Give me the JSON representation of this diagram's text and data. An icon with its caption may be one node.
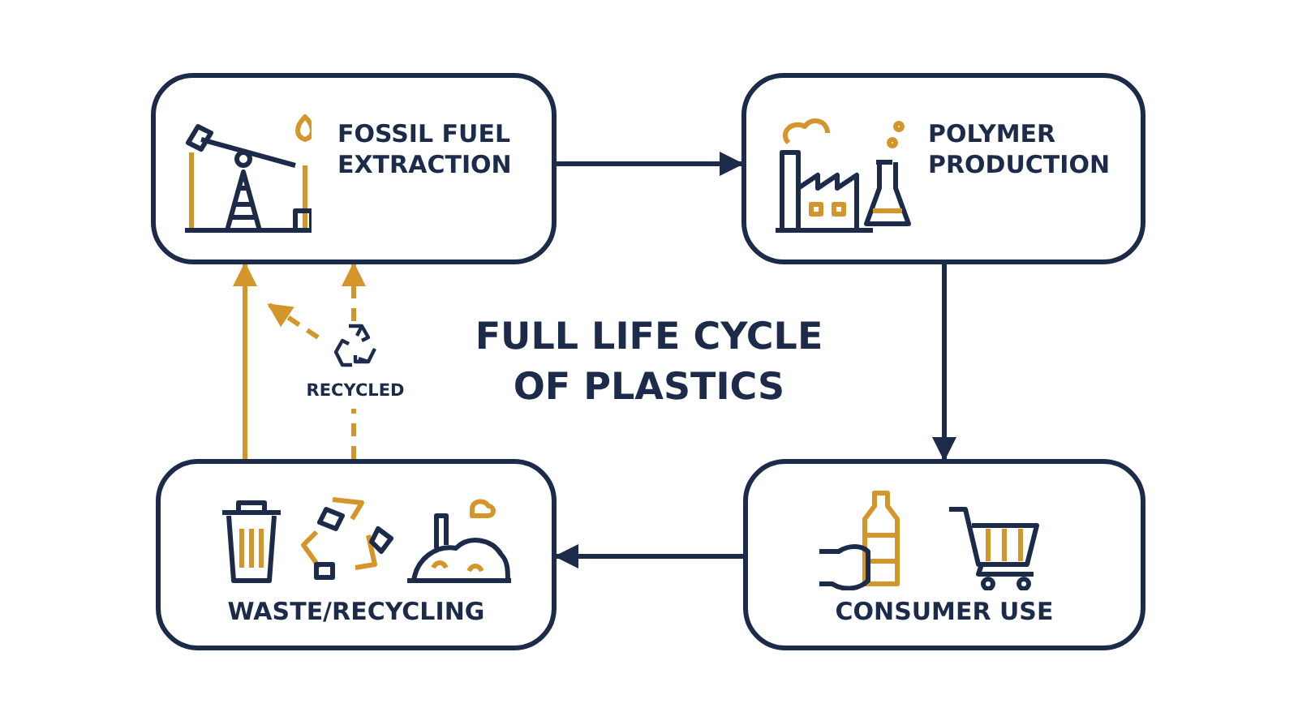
{
  "diagram": {
    "title": "FULL LIFE CYCLE OF PLASTICS",
    "nodes": [
      {
        "text": [
          "FOSSIL FUEL EXTRACTION"
        ]
      },
      {
        "text": [
          "POLYMER PRODUCTION"
        ]
      },
      {
        "text": [
          "CONSUMER USE"
        ]
      },
      {
        "text": [
          "WASTE/RECYCLING"
        ]
      },
      {
        "text": [
          "RECYCLED"
        ]
      }
    ],
    "edges": [
      {
        "from": 0,
        "to": 1,
        "arrow": "to",
        "color": "#1c2b4a"
      },
      {
        "from": 1,
        "to": 2,
        "arrow": "to",
        "color": "#1c2b4a"
      },
      {
        "from": 2,
        "to": 3,
        "arrow": "to",
        "color": "#1c2b4a"
      },
      {
        "from": 3,
        "to": 0,
        "arrow": "to",
        "color": "#d4952b"
      },
      {
        "from": 3,
        "to": 4,
        "arrow": "none",
        "style": "dashed",
        "color": "#d4952b"
      },
      {
        "from": 4,
        "to": 0,
        "arrow": "to",
        "style": "dashed",
        "color": "#d4952b"
      },
      {
        "from": 4,
        "to": null,
        "arrow": "to",
        "style": "dashed",
        "color": "#d4952b"
      }
    ]
  }
}
